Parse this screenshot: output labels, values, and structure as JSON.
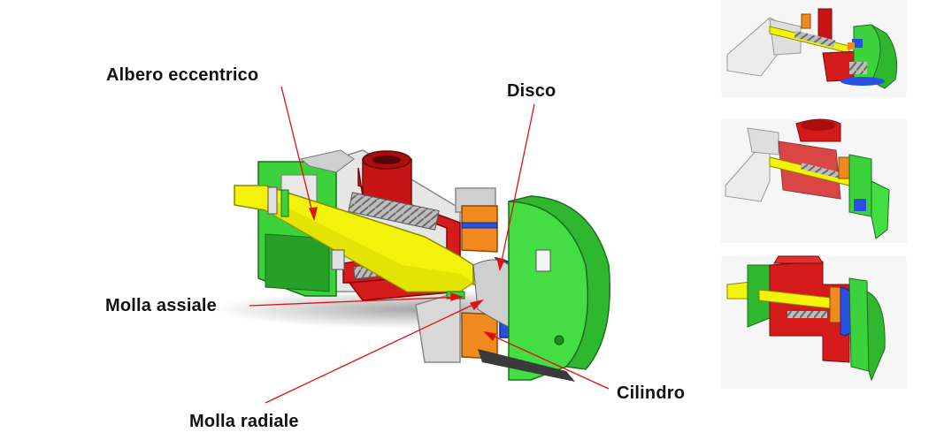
{
  "labels": {
    "albero_eccentrico": "Albero eccentrico",
    "disco": "Disco",
    "molla_assiale": "Molla assiale",
    "cilindro": "Cilindro",
    "molla_radiale": "Molla radiale"
  },
  "colors": {
    "shaft": "#f2f20a",
    "casing": "#3cd23c",
    "casing_dark": "#28a028",
    "housing": "#d41a1a",
    "cylinder": "#f08a1e",
    "disc": "#2850e0",
    "metal": "#dcdcdc",
    "leader_line": "#e01010"
  },
  "thumbnails": [
    {
      "name": "thumbnail-view-1"
    },
    {
      "name": "thumbnail-view-2"
    },
    {
      "name": "thumbnail-view-3"
    }
  ]
}
